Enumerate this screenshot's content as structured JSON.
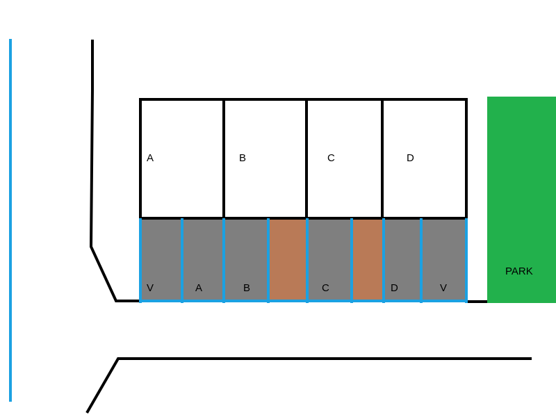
{
  "colors": {
    "road_line": "#000000",
    "blue_line": "#1ba1e2",
    "parking_fill": "#7f7f7f",
    "brown_fill": "#b97a57",
    "park_fill": "#22b14c",
    "building_fill": "#ffffff"
  },
  "buildings": [
    {
      "label": "A"
    },
    {
      "label": "B"
    },
    {
      "label": "C"
    },
    {
      "label": "D"
    }
  ],
  "parking_spaces": [
    {
      "label": "V",
      "kind": "gray"
    },
    {
      "label": "A",
      "kind": "gray"
    },
    {
      "label": "B",
      "kind": "gray"
    },
    {
      "label": "",
      "kind": "brown"
    },
    {
      "label": "C",
      "kind": "gray"
    },
    {
      "label": "",
      "kind": "brown"
    },
    {
      "label": "D",
      "kind": "gray"
    },
    {
      "label": "V",
      "kind": "gray"
    }
  ],
  "park": {
    "label": "PARK"
  }
}
